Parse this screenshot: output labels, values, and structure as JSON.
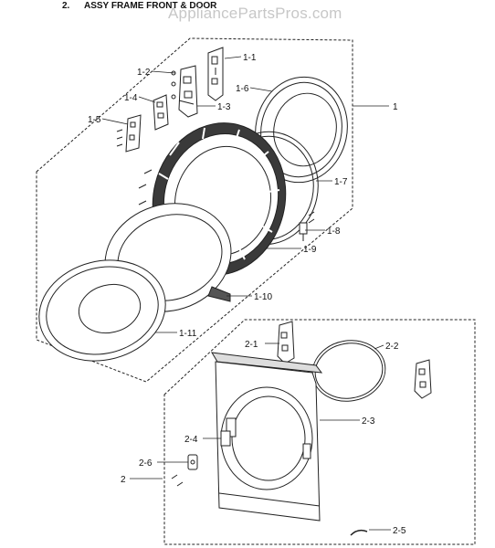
{
  "header": {
    "section_number": "2.",
    "title": "ASSY FRAME FRONT & DOOR",
    "watermark": "AppliancePartsPros.com"
  },
  "callouts": [
    {
      "label": "1"
    },
    {
      "label": "1-1"
    },
    {
      "label": "1-2"
    },
    {
      "label": "1-3"
    },
    {
      "label": "1-4"
    },
    {
      "label": "1-5"
    },
    {
      "label": "1-6"
    },
    {
      "label": "1-7"
    },
    {
      "label": "1-8"
    },
    {
      "label": "1-9"
    },
    {
      "label": "1-10"
    },
    {
      "label": "1-11"
    },
    {
      "label": "2"
    },
    {
      "label": "2-1"
    },
    {
      "label": "2-2"
    },
    {
      "label": "2-3"
    },
    {
      "label": "2-4"
    },
    {
      "label": "2-5"
    },
    {
      "label": "2-6"
    }
  ]
}
